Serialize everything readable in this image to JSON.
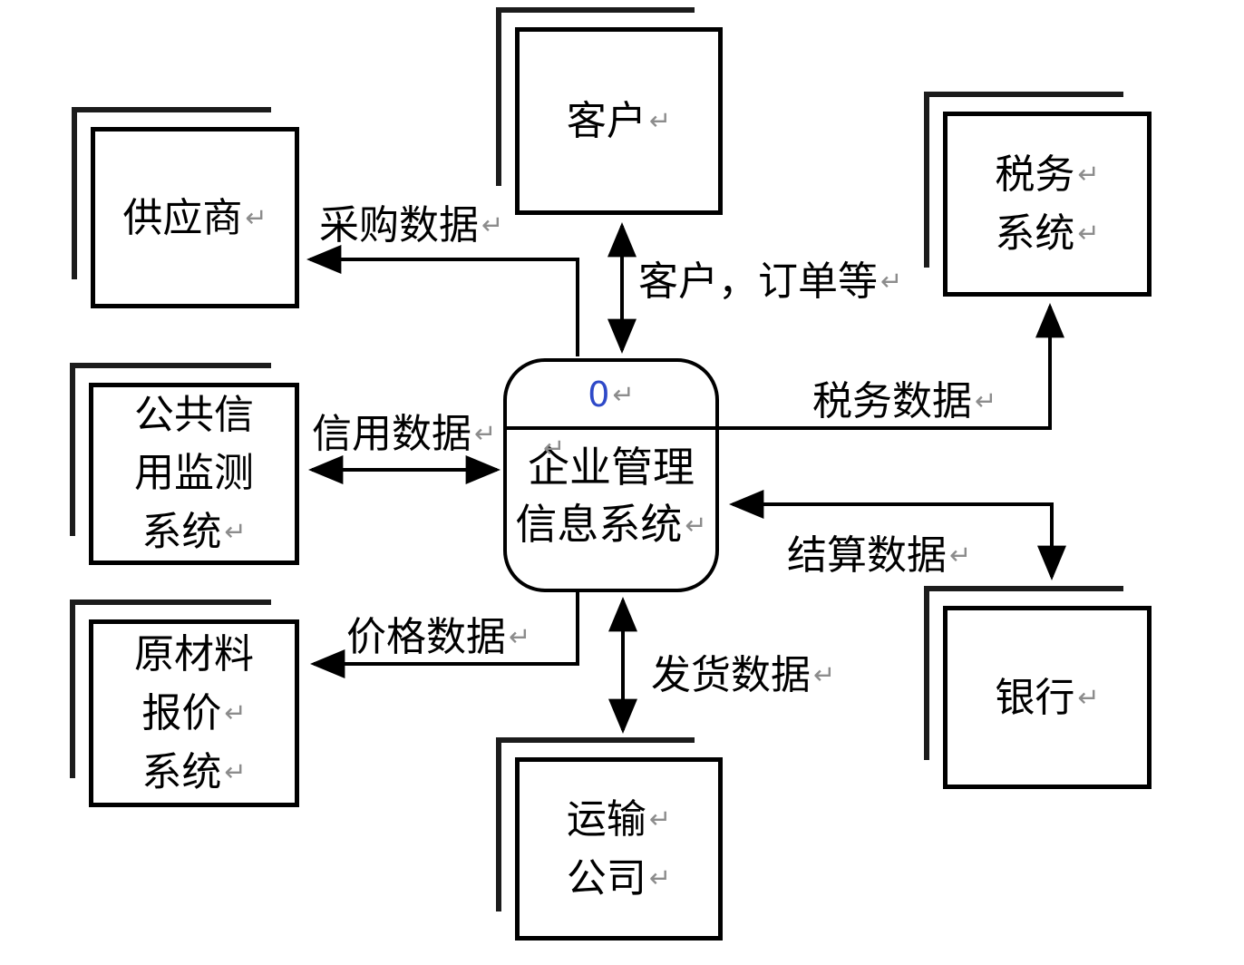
{
  "glyphs": {
    "return_mark": "↵"
  },
  "colors": {
    "line": "#000000",
    "box_border": "#000000",
    "shadow_line": "#1c1c1c",
    "process_number": "#2e49c8",
    "paragraph_mark": "#8c8c8c",
    "background": "#ffffff"
  },
  "process": {
    "number": "0",
    "lines": [
      {
        "t": "企业管理",
        "m": false
      },
      {
        "t": "信息系统",
        "m": true
      }
    ]
  },
  "entities": [
    {
      "id": "customer",
      "lines": [
        {
          "t": "客户",
          "m": true
        }
      ]
    },
    {
      "id": "supplier",
      "lines": [
        {
          "t": "供应商",
          "m": true
        }
      ]
    },
    {
      "id": "credit-system",
      "lines": [
        {
          "t": "公共信",
          "m": false
        },
        {
          "t": "用监测",
          "m": false
        },
        {
          "t": "系统",
          "m": true
        }
      ]
    },
    {
      "id": "raw-material",
      "lines": [
        {
          "t": "原材料",
          "m": false
        },
        {
          "t": "报价",
          "m": true
        },
        {
          "t": "系统",
          "m": true
        }
      ]
    },
    {
      "id": "tax-system",
      "lines": [
        {
          "t": "税务",
          "m": true
        },
        {
          "t": "系统",
          "m": true
        }
      ]
    },
    {
      "id": "bank",
      "lines": [
        {
          "t": "银行",
          "m": true
        }
      ]
    },
    {
      "id": "transport",
      "lines": [
        {
          "t": "运输",
          "m": true
        },
        {
          "t": "公司",
          "m": true
        }
      ]
    }
  ],
  "flows": [
    {
      "id": "purchase",
      "label": "采购数据"
    },
    {
      "id": "customer-orders",
      "label": "客户，订单等"
    },
    {
      "id": "credit",
      "label": "信用数据"
    },
    {
      "id": "tax",
      "label": "税务数据"
    },
    {
      "id": "settlement",
      "label": "结算数据"
    },
    {
      "id": "price",
      "label": "价格数据"
    },
    {
      "id": "shipping",
      "label": "发货数据"
    }
  ]
}
